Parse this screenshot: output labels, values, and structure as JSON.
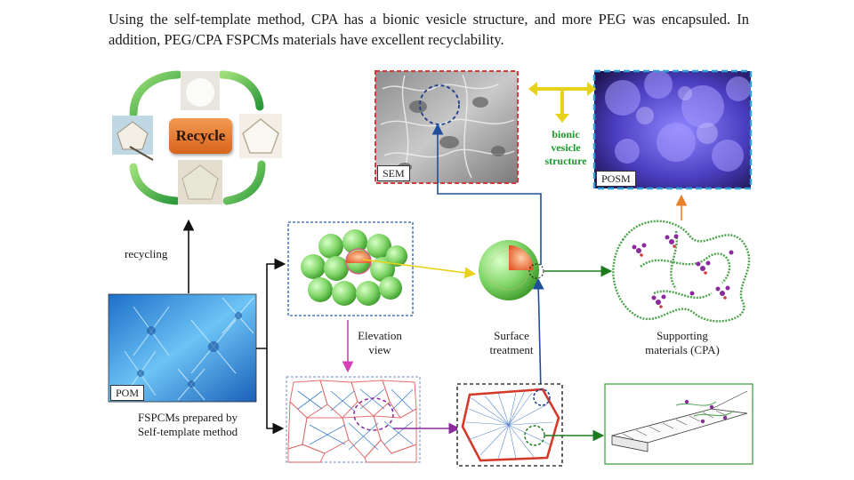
{
  "header": {
    "text": "Using the self-template method, CPA has a bionic vesicle structure, and more PEG was encapsuled. In addition, PEG/CPA FSPCMs materials have excellent recyclability."
  },
  "recycle": {
    "label": "Recycle"
  },
  "labels": {
    "recycling": "recycling",
    "fspcms_line1": "FSPCMs prepared by",
    "fspcms_line2": "Self-template method",
    "elevation_line1": "Elevation",
    "elevation_line2": "view",
    "surface_line1": "Surface",
    "surface_line2": "treatment",
    "supporting_line1": "Supporting",
    "supporting_line2": "materials (CPA)",
    "bionic_line1": "bionic",
    "bionic_line2": "vesicle",
    "bionic_line3": "structure"
  },
  "tags": {
    "pom": "POM",
    "sem": "SEM",
    "posm": "POSM"
  },
  "colors": {
    "green_arrow": "#1e7a1e",
    "blue_arrow": "#1f4e9c",
    "yellow_arrow": "#e6d21a",
    "magenta_arrow": "#d63fb5",
    "orange_arrow": "#e8822a",
    "sem_border": "#d23a3a",
    "posm_border": "#2fa0d8",
    "pom_blue": "#2b8fe0"
  }
}
